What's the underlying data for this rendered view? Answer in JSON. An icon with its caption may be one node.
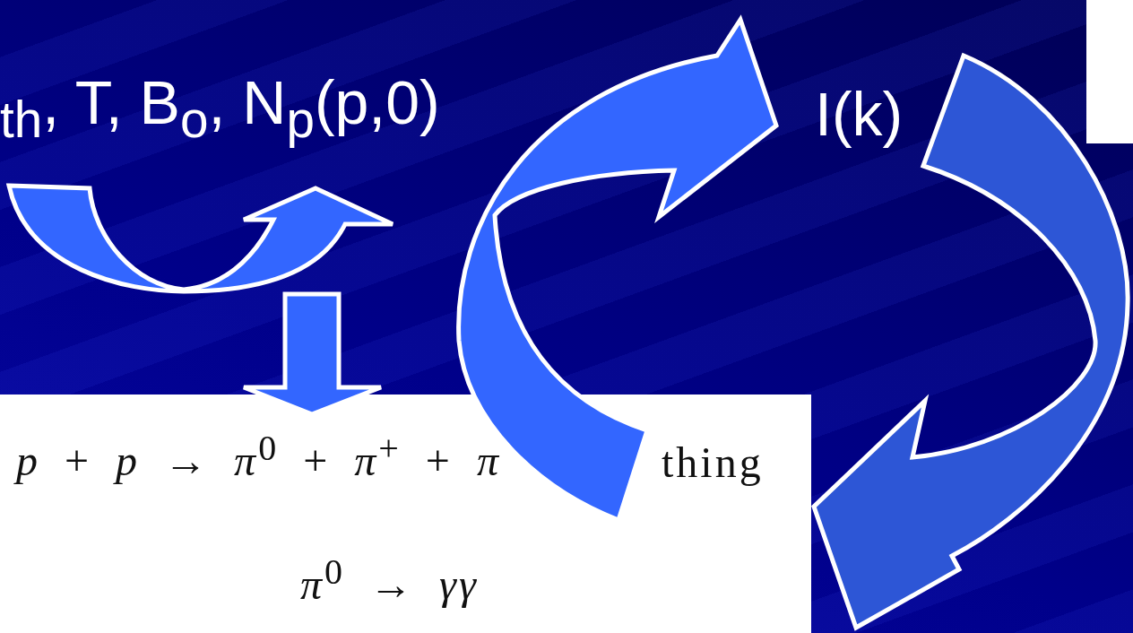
{
  "diagram": {
    "nodes": [
      {
        "text": [
          "$_{th}$, T, B$_{o}$, N$_{p}$(p,0)"
        ]
      },
      {
        "text": [
          "I(k)"
        ]
      },
      {
        "text": [
          "*p* + *p* → *π*$^{0}$ + *π*$^{+}$ + *π*",
          "thing",
          "*π*$^{0}$ → *γγ*"
        ]
      }
    ],
    "edges": [
      {
        "from": null,
        "to": 2,
        "arrow": "to"
      },
      {
        "from": 2,
        "to": 1,
        "arrow": "to"
      },
      {
        "from": null,
        "to": 2,
        "arrow": "to"
      }
    ]
  }
}
